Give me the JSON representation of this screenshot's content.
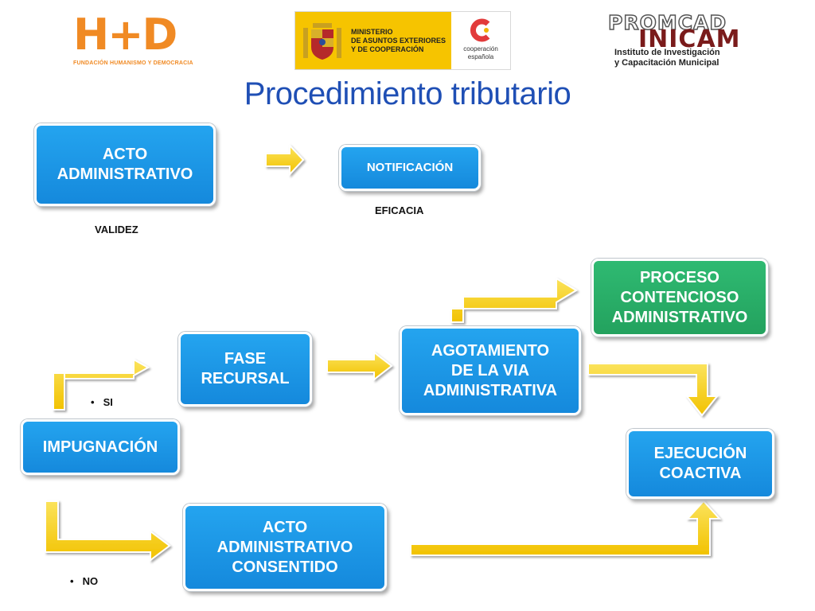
{
  "header": {
    "logo_hd_letters": "H+D",
    "logo_hd_tagline": "FUNDACIÓN HUMANISMO Y DEMOCRACIA",
    "logo_ministerio_lines": [
      "MINISTERIO",
      "DE ASUNTOS EXTERIORES",
      "Y DE COOPERACIÓN"
    ],
    "logo_cooperacion_lines": [
      "cooperación",
      "española"
    ],
    "logo_promcad": "PROMCAD",
    "logo_inicam": "INICAM",
    "logo_inicam_lines": [
      "Instituto de Investigación",
      "y Capacitación Municipal"
    ]
  },
  "title": "Procedimiento tributario",
  "nodes": {
    "acto_administrativo": "ACTO\nADMINISTRATIVO",
    "notificacion": "NOTIFICACIÓN",
    "proceso_contencioso": "PROCESO\nCONTENCIOSO\nADMINISTRATIVO",
    "fase_recursal": "FASE\nRECURSAL",
    "agotamiento": "AGOTAMIENTO\nDE LA VIA\nADMINISTRATIVA",
    "impugnacion": "IMPUGNACIÓN",
    "ejecucion": "EJECUCIÓN\nCOACTIVA",
    "acto_consentido": "ACTO\nADMINISTRATIVO\nCONSENTIDO"
  },
  "labels": {
    "validez": "VALIDEZ",
    "eficacia": "EFICACIA",
    "si": "SI",
    "no": "NO"
  },
  "colors": {
    "box_blue": "#1b95e6",
    "box_green": "#27ad66",
    "arrow_yellow": "#f7d21f",
    "title_blue": "#1f4fb5"
  }
}
